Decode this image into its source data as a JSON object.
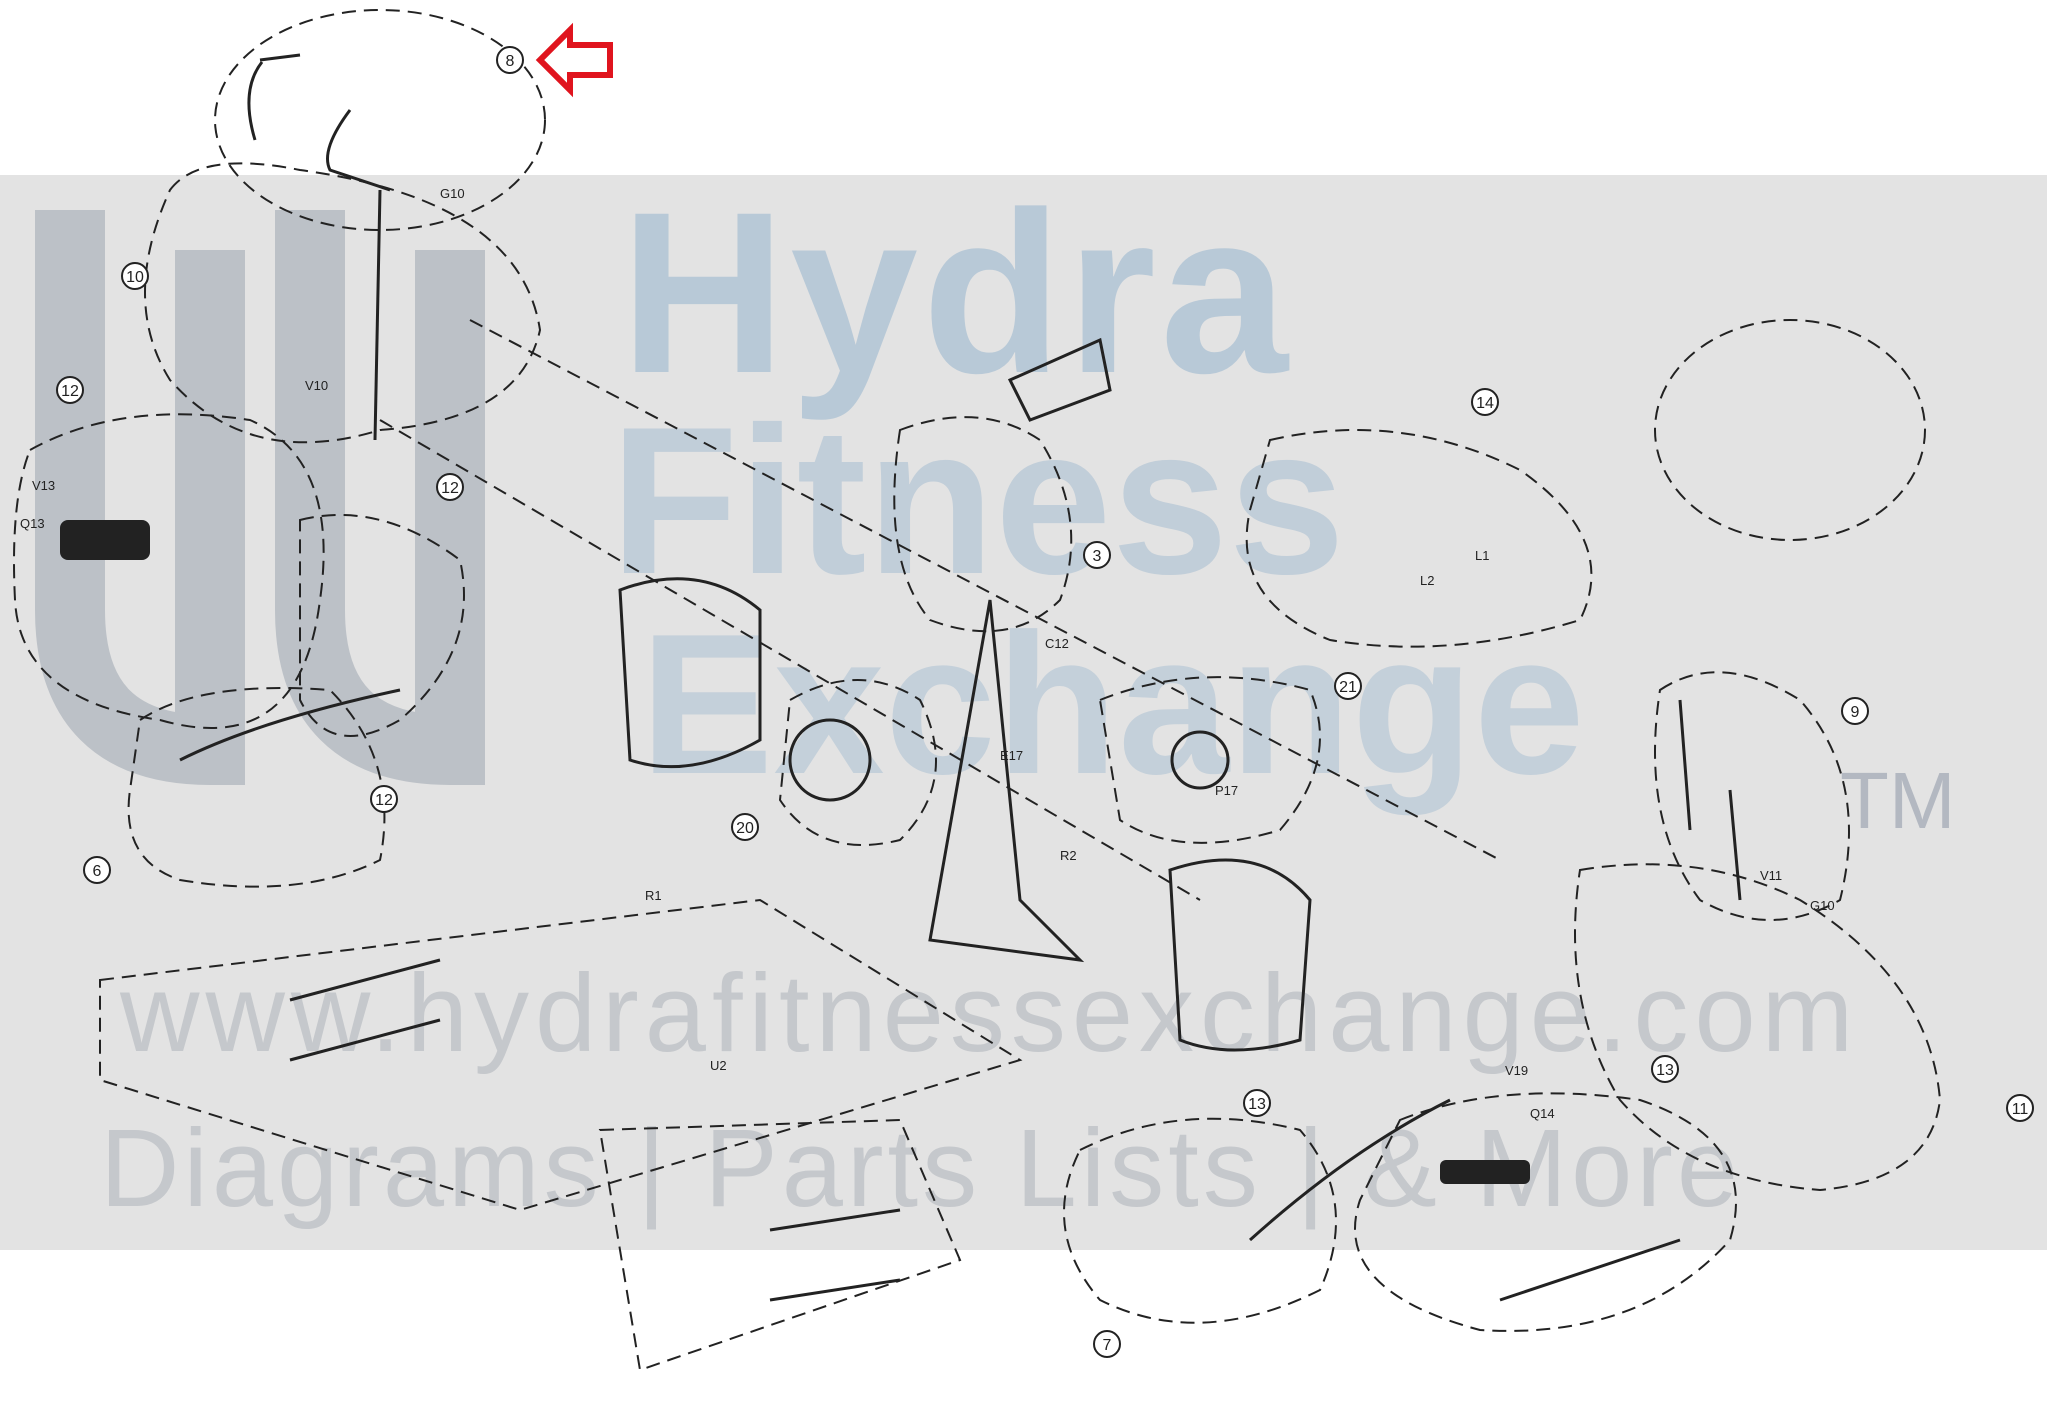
{
  "watermark": {
    "brand_line1": "Hydra",
    "brand_line2": "Fitness",
    "brand_line3": "Exchange",
    "trademark": "TM",
    "url": "www.hydrafitnessexchange.com",
    "tagline": "Diagrams | Parts Lists | & More"
  },
  "callouts": {
    "c8": "8",
    "c10": "10",
    "c12a": "12",
    "c12b": "12",
    "c12c": "12",
    "c6": "6",
    "c3": "3",
    "c14": "14",
    "c21": "21",
    "c20": "20",
    "c9": "9",
    "c11": "11",
    "c13a": "13",
    "c13b": "13",
    "c7": "7"
  },
  "part_labels": {
    "v10": "V10",
    "g10": "G10",
    "v11": "V11",
    "g10b": "G10",
    "v19": "V19",
    "q14": "Q14",
    "q13": "Q13",
    "v13": "V13",
    "u2": "U2",
    "c12": "C12",
    "p17": "P17",
    "r1": "R1",
    "r2": "R2",
    "e17": "E17",
    "l1": "L1",
    "l2": "L2"
  },
  "colors": {
    "arrow": "#e0141e",
    "line": "#222222",
    "band": "#e3e3e3"
  }
}
